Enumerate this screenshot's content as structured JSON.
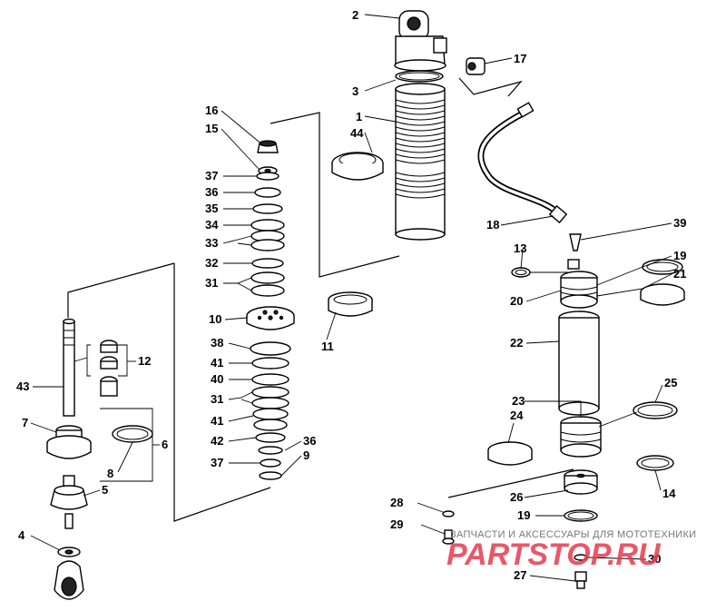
{
  "diagram": {
    "callouts": [
      "1",
      "2",
      "3",
      "4",
      "5",
      "6",
      "7",
      "8",
      "9",
      "10",
      "11",
      "12",
      "13",
      "14",
      "15",
      "16",
      "17",
      "18",
      "19",
      "20",
      "21",
      "22",
      "23",
      "24",
      "25",
      "26",
      "27",
      "28",
      "29",
      "30",
      "31",
      "32",
      "33",
      "34",
      "35",
      "36",
      "37",
      "38",
      "39",
      "40",
      "41",
      "42",
      "43",
      "44"
    ],
    "callouts_repeated": {
      "19b": "19",
      "31b": "31",
      "36b": "36",
      "37b": "37",
      "41b": "41"
    }
  },
  "watermark": {
    "tagline": "ЗАПЧАСТИ И АКСЕССУАРЫ ДЛЯ МОТОТЕХНИКИ",
    "brand": "PARTSTOP.RU"
  }
}
